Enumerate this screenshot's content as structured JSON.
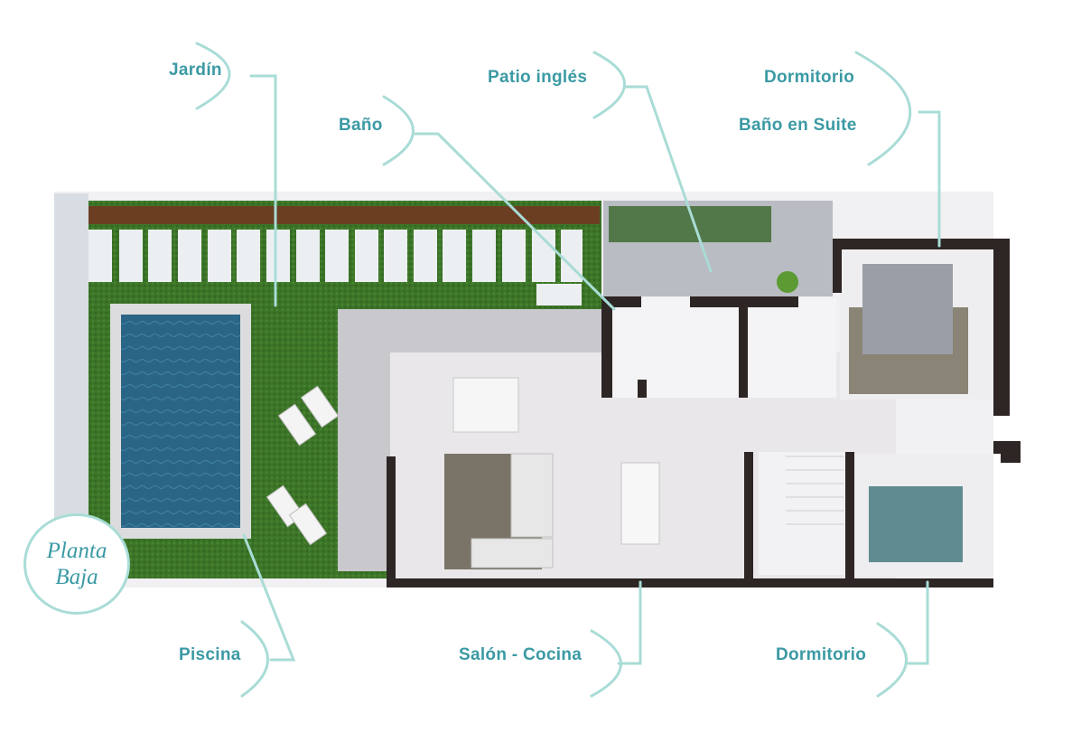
{
  "badge": {
    "line1": "Planta",
    "line2": "Baja"
  },
  "labels": {
    "jardin": "Jardín",
    "bano": "Baño",
    "patio": "Patio inglés",
    "dormitorio_suite": "Dormitorio",
    "bano_suite": "Baño en Suite",
    "piscina": "Piscina",
    "salon_cocina": "Salón - Cocina",
    "dormitorio": "Dormitorio"
  },
  "colors": {
    "label_text": "#3b9aa4",
    "leader_line": "#a9dcd6",
    "wall": "#2d2624",
    "lawn": "#3f7a2a",
    "pool_water": "#2e6f8f",
    "floor": "#e9e7ea"
  }
}
